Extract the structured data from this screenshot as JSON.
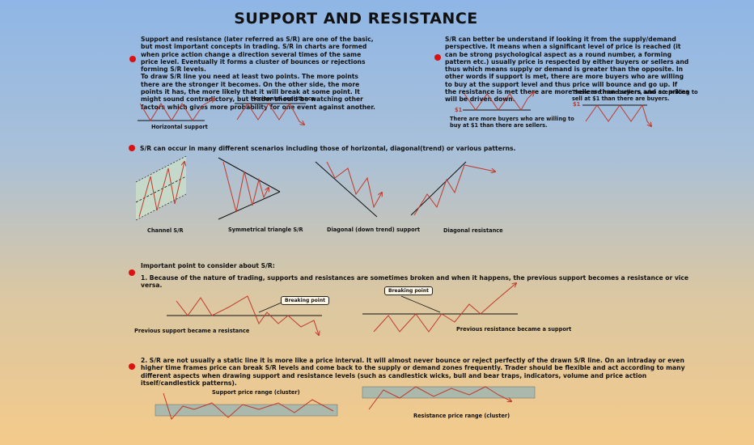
{
  "title": "SUPPORT AND RESISTANCE",
  "intro": {
    "text": "Support and resistance (later referred as S/R) are one of the basic, but most important concepts in trading. S/R in charts are formed when price action change a direction several times of the same price level. Eventually it forms a cluster of bounces or rejections forming S/R levels.\nTo draw S/R line you need at least two points. The more points there are the stronger it becomes. On the other side, the more points it has, the more likely that it will break at some point. It might sound contradictory, but trader should be watching other factors which gives more probability for one event against another."
  },
  "supply_demand": {
    "text": "S/R can better be understand if looking it from the supply/demand perspective. It means when a significant level of price is reached (it can be strong psychological aspect as a round number, a forming pattern etc.) usually price is respected by either buyers or sellers and thus which means supply or demand is greater than the opposite. In other words if support is met, there are more buyers who are willing to buy at the support level and thus price will bounce and go up. If the resistance is met there are more sellers than buyers and so prices will be driven down."
  },
  "labels": {
    "horizontal_support": "Horizontal support",
    "horizontal_resistance": "Horizontal resistance",
    "buyers_note": "There are more buyers who are willing to\nbuy at $1 than there are sellers.",
    "sellers_note": "There are more sellers, who are willing to\nsell at $1 than there are buyers.",
    "price_level_1": "$1",
    "price_level_2": "$1",
    "scenarios": "S/R can occur in many different scenarios including those of horizontal, diagonal(trend) or various patterns.",
    "channel": "Channel S/R",
    "sym_triangle": "Symmetrical triangle S/R",
    "diag_support": "Diagonal (down trend) support",
    "diag_resistance": "Diagonal resistance",
    "important": "Important point to consider about S/R:",
    "point1": "1. Because of the nature of trading, supports and resistances are sometimes broken and when it happens, the previous support becomes a resistance or vice versa.",
    "breaking_point_1": "Breaking point",
    "breaking_point_2": "Breaking point",
    "prev_support": "Previous support became a resistance",
    "prev_resistance": "Previous resistance became a support",
    "point2": "2. S/R are not usually a static line it is more like a price interval. It will almost never bounce or reject perfectly of the drawn S/R line. On an intraday or even higher time frames price can break S/R levels and come back to the supply or demand zones frequently. Trader should be flexible and act according to many different aspects when drawing support and resistance levels (such as candlestick wicks, bull and bear traps, indicators, volume and price action itself/candlestick patterns).",
    "support_range": "Support price range (cluster)",
    "resistance_range": "Resistance price range (cluster)"
  },
  "colors": {
    "bullet": "#dd1111",
    "price_line": "#c0392b",
    "level_line": "#111111",
    "zone_fill": "#9fb7b0"
  }
}
